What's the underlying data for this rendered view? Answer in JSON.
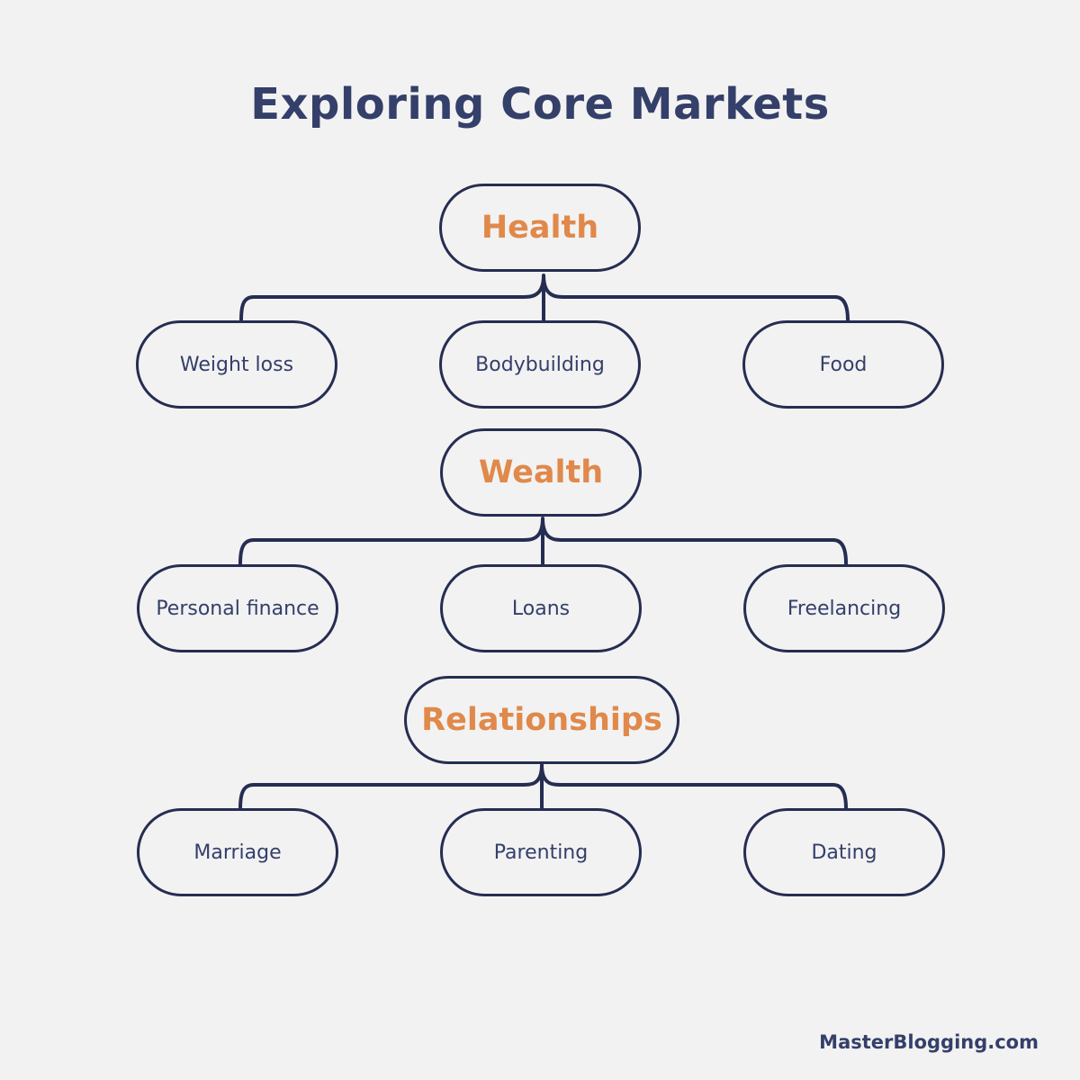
{
  "title": "Exploring Core Markets",
  "groups": [
    {
      "label": "Health",
      "children": [
        "Weight loss",
        "Bodybuilding",
        "Food"
      ]
    },
    {
      "label": "Wealth",
      "children": [
        "Personal finance",
        "Loans",
        "Freelancing"
      ]
    },
    {
      "label": "Relationships",
      "children": [
        "Marriage",
        "Parenting",
        "Dating"
      ]
    }
  ],
  "brand": "MasterBlogging.com",
  "colors": {
    "background": "#f2f2f2",
    "title": "#343f6a",
    "parent_text": "#e0894b",
    "child_text": "#343f6a",
    "outline": "#262d52"
  }
}
